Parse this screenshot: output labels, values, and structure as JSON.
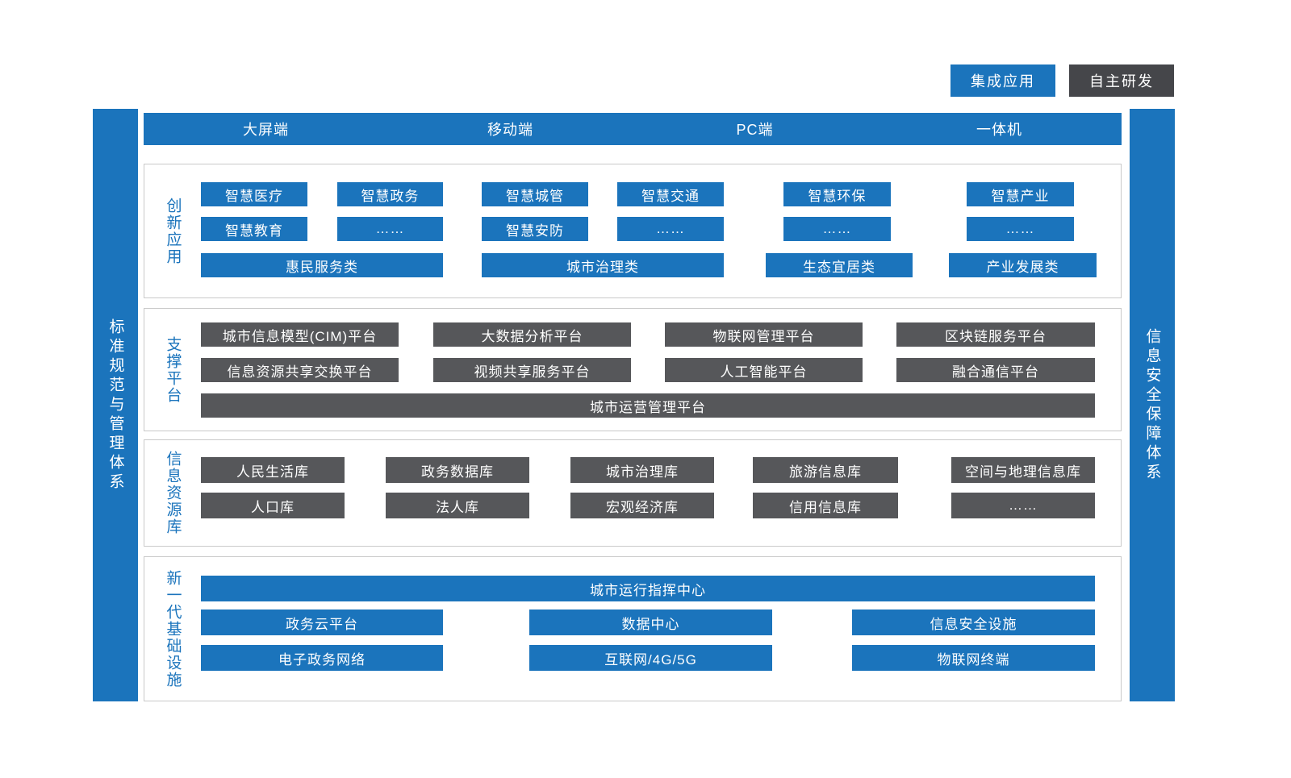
{
  "colors": {
    "integrated_blue": "#1b74bc",
    "self_developed_dark": "#56575a",
    "legend_dark": "#45464a",
    "panel_border": "#c9c9c9"
  },
  "legend": {
    "items": [
      {
        "label": "集成应用",
        "category": "integrated"
      },
      {
        "label": "自主研发",
        "category": "self_developed"
      }
    ]
  },
  "rails": {
    "left": "标准规范与管理体系",
    "right": "信息安全保障体系"
  },
  "top_bar": [
    "大屏端",
    "移动端",
    "PC端",
    "一体机"
  ],
  "sections": [
    {
      "id": "innovation-apps",
      "label": "创新应用",
      "category": "integrated",
      "rows": [
        [
          "智慧医疗",
          "智慧政务",
          "智慧城管",
          "智慧交通",
          "智慧环保",
          "智慧产业"
        ],
        [
          "智慧教育",
          "……",
          "智慧安防",
          "……",
          "……",
          "……"
        ],
        [
          "惠民服务类",
          "城市治理类",
          "生态宜居类",
          "产业发展类"
        ]
      ]
    },
    {
      "id": "support-platforms",
      "label": "支撑平台",
      "category": "self_developed",
      "rows": [
        [
          "城市信息模型(CIM)平台",
          "大数据分析平台",
          "物联网管理平台",
          "区块链服务平台"
        ],
        [
          "信息资源共享交换平台",
          "视频共享服务平台",
          "人工智能平台",
          "融合通信平台"
        ],
        [
          "城市运营管理平台"
        ]
      ]
    },
    {
      "id": "info-resource-db",
      "label": "信息资源库",
      "category": "self_developed",
      "rows": [
        [
          "人民生活库",
          "政务数据库",
          "城市治理库",
          "旅游信息库",
          "空间与地理信息库"
        ],
        [
          "人口库",
          "法人库",
          "宏观经济库",
          "信用信息库",
          "……"
        ]
      ]
    },
    {
      "id": "new-infrastructure",
      "label": "新一代基础设施",
      "category": "integrated",
      "rows": [
        [
          "城市运行指挥中心"
        ],
        [
          "政务云平台",
          "数据中心",
          "信息安全设施"
        ],
        [
          "电子政务网络",
          "互联网/4G/5G",
          "物联网终端"
        ]
      ]
    }
  ]
}
